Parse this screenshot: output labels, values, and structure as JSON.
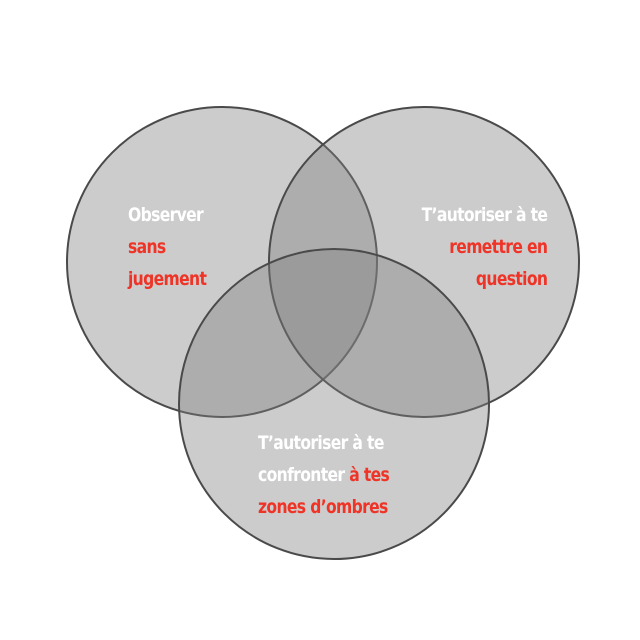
{
  "colors": {
    "circle_fill": "#7f7f7f",
    "circle_stroke": "#4a4a4a",
    "text_white": "#ffffff",
    "text_accent": "#ef3427"
  },
  "circles": {
    "left": {
      "line1": "Observer",
      "line2": "sans",
      "line3": "jugement"
    },
    "right": {
      "line1": "T’autoriser à te",
      "line2": "remettre en",
      "line3": "question"
    },
    "bottom": {
      "line1": "T’autoriser à te",
      "line2_white": "confronter",
      "line2_red": "à tes",
      "line3": "zones d’ombres"
    }
  }
}
